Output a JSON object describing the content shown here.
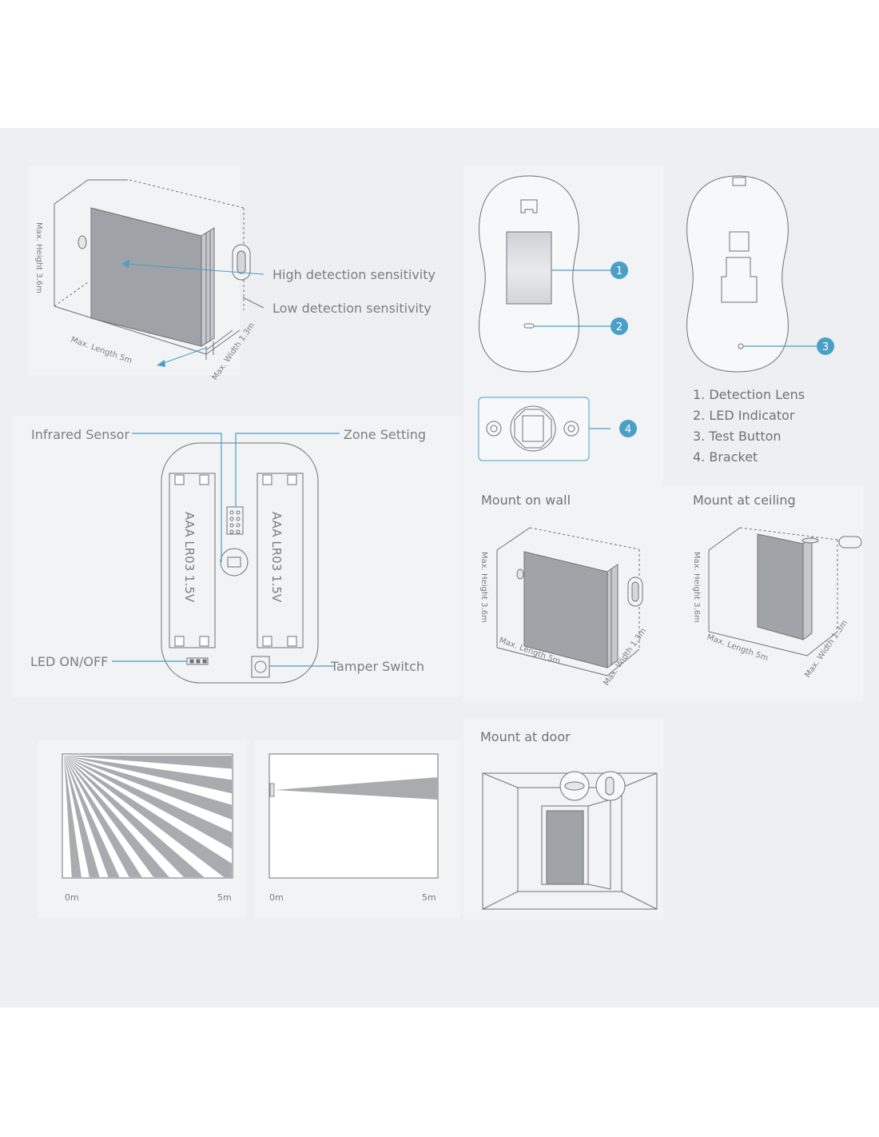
{
  "sensitivity": {
    "high": "High detection sensitivity",
    "low": "Low detection sensitivity",
    "max_height": "Max. Height 3.6m",
    "max_length": "Max. Length 5m",
    "max_width": "Max. Width 1.3m"
  },
  "front_view": {
    "callout_1": "1",
    "callout_2": "2"
  },
  "back_view": {
    "callout_3": "3"
  },
  "bracket_view": {
    "callout_4": "4"
  },
  "parts_list": [
    "1. Detection Lens",
    "2. LED Indicator",
    "3. Test Button",
    "4. Bracket"
  ],
  "internals": {
    "infrared_sensor": "Infrared Sensor",
    "zone_setting": "Zone Setting",
    "led_on_off": "LED ON/OFF",
    "tamper_switch": "Tamper Switch",
    "battery_left": "AAA LR03 1.5V",
    "battery_right": "AAA LR03 1.5V"
  },
  "mount_wall": {
    "title": "Mount on wall",
    "max_height": "Max. Height 3.6m",
    "max_length": "Max. Length 5m",
    "max_width": "Max. Width 1.3m"
  },
  "mount_ceiling": {
    "title": "Mount at ceiling",
    "max_height": "Max. Height 3.6m",
    "max_length": "Max. Length 5m",
    "max_width": "Max. Width 1.3m"
  },
  "mount_door": {
    "title": "Mount at door"
  },
  "pattern_wide": {
    "start": "0m",
    "end": "5m"
  },
  "pattern_narrow": {
    "start": "0m",
    "end": "5m"
  },
  "colors": {
    "accent": "#4a9fc7",
    "line": "#6f7277",
    "fill": "#a9abae"
  }
}
